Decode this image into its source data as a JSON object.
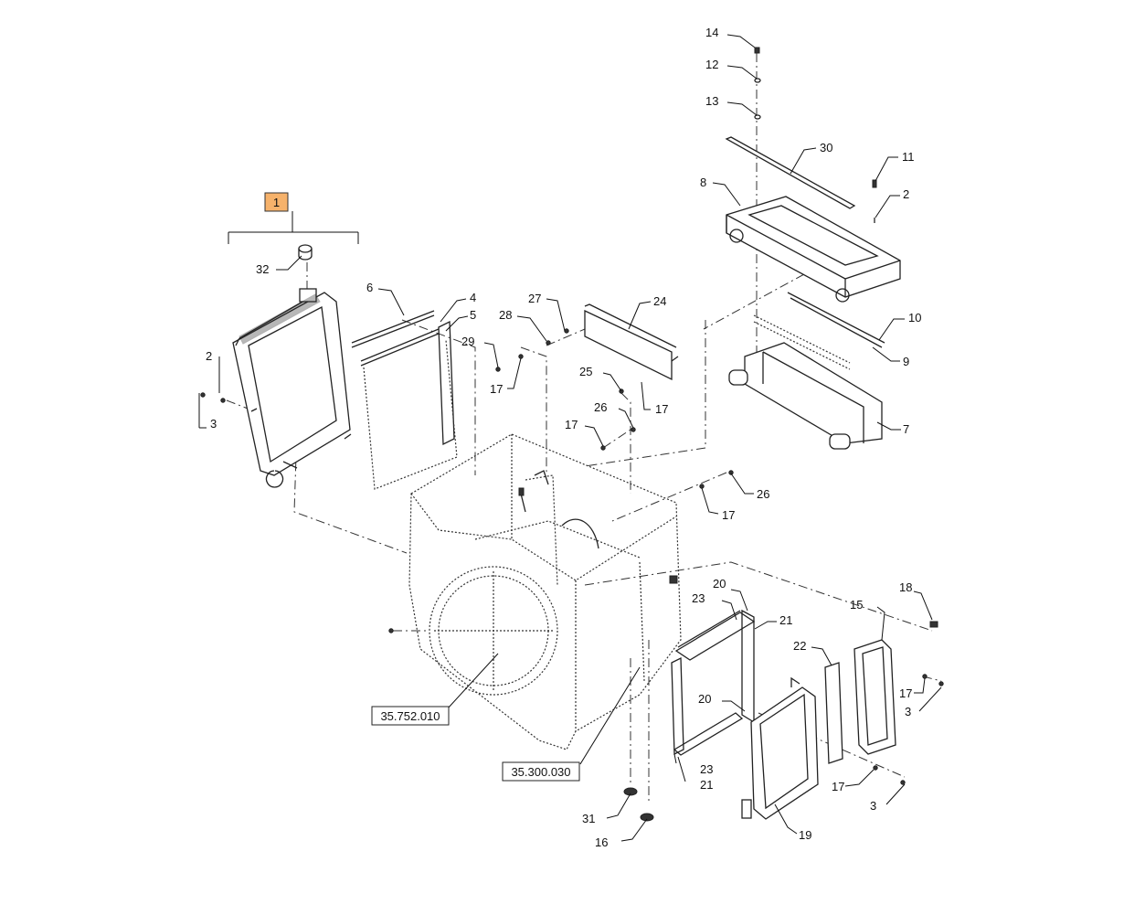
{
  "highlight_color": "#f6b26b",
  "assembly_label": "1",
  "references": {
    "ref_a": "35.752.010",
    "ref_b": "35.300.030"
  },
  "callouts": [
    {
      "id": "c1",
      "text": "14"
    },
    {
      "id": "c2",
      "text": "12"
    },
    {
      "id": "c3",
      "text": "13"
    },
    {
      "id": "c4",
      "text": "30"
    },
    {
      "id": "c5",
      "text": "11"
    },
    {
      "id": "c6",
      "text": "8"
    },
    {
      "id": "c7",
      "text": "2"
    },
    {
      "id": "c8",
      "text": "32"
    },
    {
      "id": "c9",
      "text": "6"
    },
    {
      "id": "c10",
      "text": "4"
    },
    {
      "id": "c11",
      "text": "5"
    },
    {
      "id": "c12",
      "text": "27"
    },
    {
      "id": "c13",
      "text": "24"
    },
    {
      "id": "c14",
      "text": "28"
    },
    {
      "id": "c15",
      "text": "10"
    },
    {
      "id": "c16",
      "text": "29"
    },
    {
      "id": "c17",
      "text": "9"
    },
    {
      "id": "c18",
      "text": "2"
    },
    {
      "id": "c19",
      "text": "25"
    },
    {
      "id": "c20",
      "text": "17"
    },
    {
      "id": "c21",
      "text": "17"
    },
    {
      "id": "c22",
      "text": "3"
    },
    {
      "id": "c23",
      "text": "26"
    },
    {
      "id": "c24",
      "text": "7"
    },
    {
      "id": "c25",
      "text": "17"
    },
    {
      "id": "c26",
      "text": "26"
    },
    {
      "id": "c27",
      "text": "17"
    },
    {
      "id": "c28",
      "text": "20"
    },
    {
      "id": "c29",
      "text": "18"
    },
    {
      "id": "c30",
      "text": "23"
    },
    {
      "id": "c31",
      "text": "15"
    },
    {
      "id": "c32",
      "text": "21"
    },
    {
      "id": "c33",
      "text": "22"
    },
    {
      "id": "c34",
      "text": "17"
    },
    {
      "id": "c35",
      "text": "20"
    },
    {
      "id": "c36",
      "text": "3"
    },
    {
      "id": "c37",
      "text": "23"
    },
    {
      "id": "c38",
      "text": "21"
    },
    {
      "id": "c39",
      "text": "17"
    },
    {
      "id": "c40",
      "text": "3"
    },
    {
      "id": "c41",
      "text": "31"
    },
    {
      "id": "c42",
      "text": "19"
    },
    {
      "id": "c43",
      "text": "16"
    }
  ]
}
